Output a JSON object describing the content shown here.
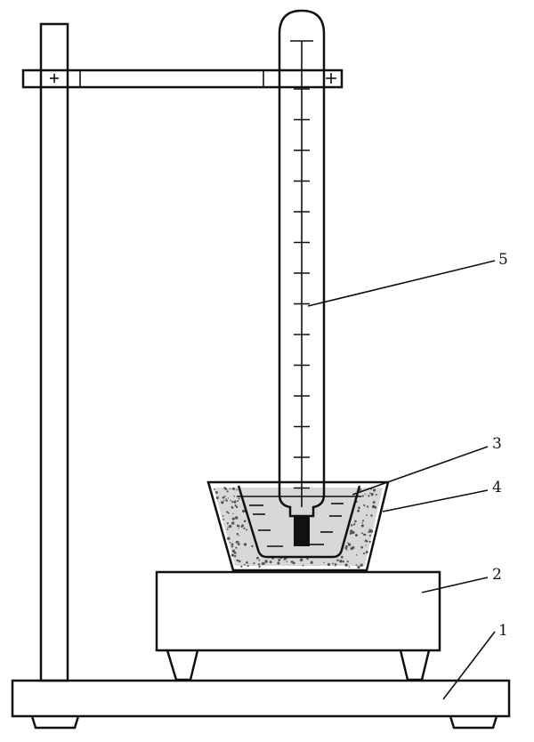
{
  "labels": {
    "stand_base": "1",
    "heater": "2",
    "inner_beaker": "3",
    "outer_bath": "4",
    "thermometer": "5"
  },
  "colors": {
    "ink": "#111111",
    "paper": "#ffffff",
    "speckle": "#555555"
  }
}
